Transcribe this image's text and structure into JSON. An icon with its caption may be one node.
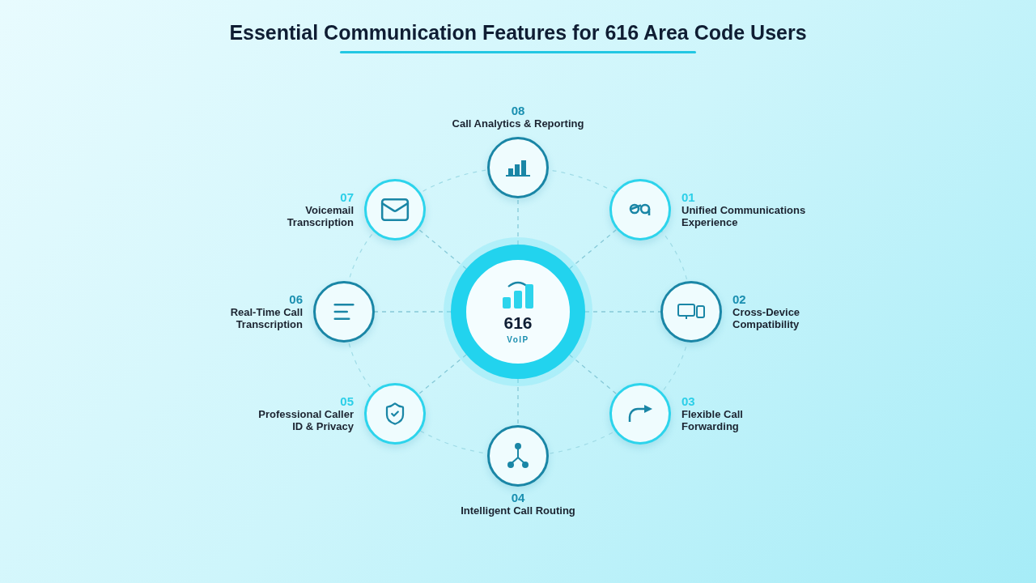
{
  "diagram": {
    "title": "Essential Communication Features for 616 Area Code Users",
    "nodes": [
      {
        "text": [
          "616",
          "VoIP"
        ]
      },
      {
        "text": [
          "01",
          "Unified Communications Experience"
        ]
      },
      {
        "text": [
          "02",
          "Cross-Device Compatibility"
        ]
      },
      {
        "text": [
          "03",
          "Flexible Call Forwarding"
        ]
      },
      {
        "text": [
          "04",
          "Intelligent Call Routing"
        ]
      },
      {
        "text": [
          "05",
          "Professional Caller ID & Privacy"
        ]
      },
      {
        "text": [
          "06",
          "Real-Time Call Transcription"
        ]
      },
      {
        "text": [
          "07",
          "Voicemail Transcription"
        ]
      },
      {
        "text": [
          "08",
          "Call Analytics & Reporting"
        ]
      }
    ],
    "edges": [
      {
        "from": 0,
        "to": 1,
        "arrow": "none",
        "style": "dashed"
      },
      {
        "from": 0,
        "to": 2,
        "arrow": "none",
        "style": "dashed"
      },
      {
        "from": 0,
        "to": 3,
        "arrow": "none",
        "style": "dashed"
      },
      {
        "from": 0,
        "to": 4,
        "arrow": "none",
        "style": "dashed"
      },
      {
        "from": 0,
        "to": 5,
        "arrow": "none",
        "style": "dashed"
      },
      {
        "from": 0,
        "to": 6,
        "arrow": "none",
        "style": "dashed"
      },
      {
        "from": 0,
        "to": 7,
        "arrow": "none",
        "style": "dashed"
      },
      {
        "from": 0,
        "to": 8,
        "arrow": "none",
        "style": "dashed"
      }
    ]
  }
}
